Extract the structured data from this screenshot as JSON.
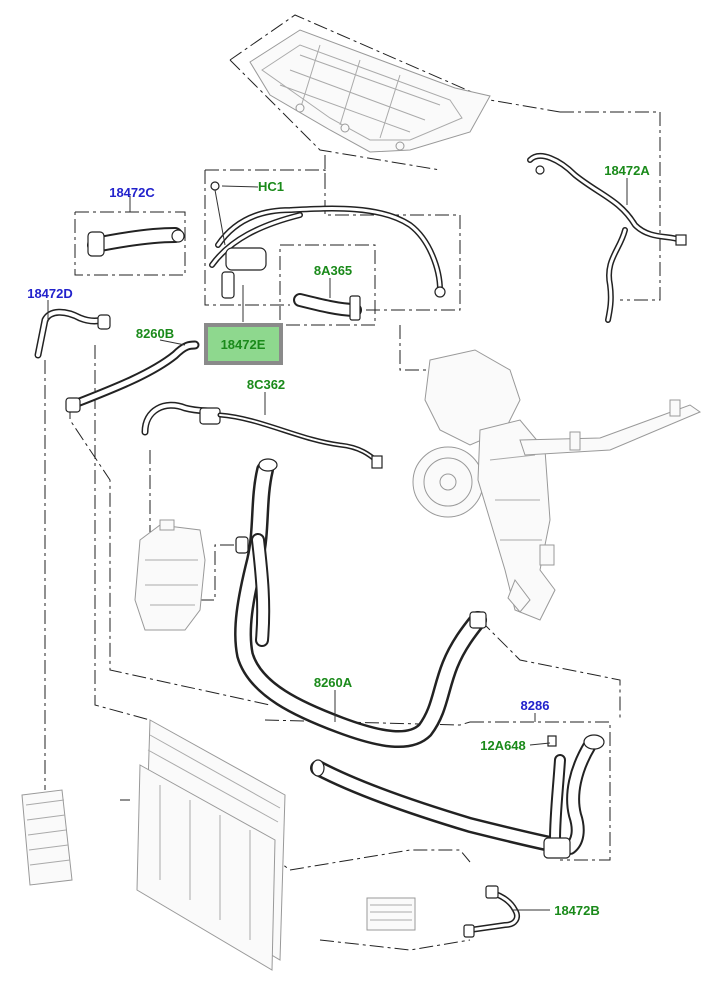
{
  "labels": {
    "hc1": "HC1",
    "c18472a": "18472A",
    "c18472b": "18472B",
    "c18472c": "18472C",
    "c18472d": "18472D",
    "c18472e": "18472E",
    "c8a365": "8A365",
    "c8260b": "8260B",
    "c8c362": "8C362",
    "c8260a": "8260A",
    "c8286": "8286",
    "c12a648": "12A648"
  },
  "colors": {
    "green_label": "#1a8a1a",
    "blue_label": "#2222cc",
    "highlight_fill": "#8ed88e",
    "highlight_border": "#8a8a8a"
  }
}
